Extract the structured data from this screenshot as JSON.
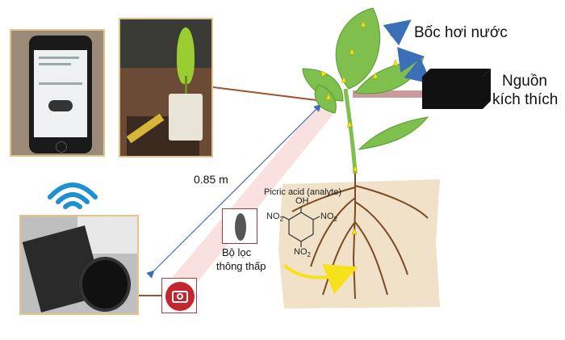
{
  "labels": {
    "evaporation": "Bốc hơi nước",
    "stimulus_line1": "Nguồn",
    "stimulus_line2": "kích thích",
    "distance": "0.85 m",
    "analyte": "Picric acid (analyte)",
    "filter_line1": "Bộ lọc",
    "filter_line2": "thông thấp",
    "oh": "OH",
    "no2_left": "NO",
    "no2_right": "NO",
    "no2_bottom": "NO",
    "sub2": "2"
  },
  "icons": {
    "wifi": "wifi-icon",
    "camera": "camera-icon",
    "filter": "lens-filter-icon"
  },
  "colors": {
    "arrow_blue": "#3b6fb6",
    "line_brown": "#a0522d",
    "cam_red": "#c4262e",
    "wifi_blue": "#1e8fd0",
    "leaf_green": "#7fbf4d",
    "soil": "#f0e1c8",
    "arrow_yellow": "#f5e21b"
  }
}
